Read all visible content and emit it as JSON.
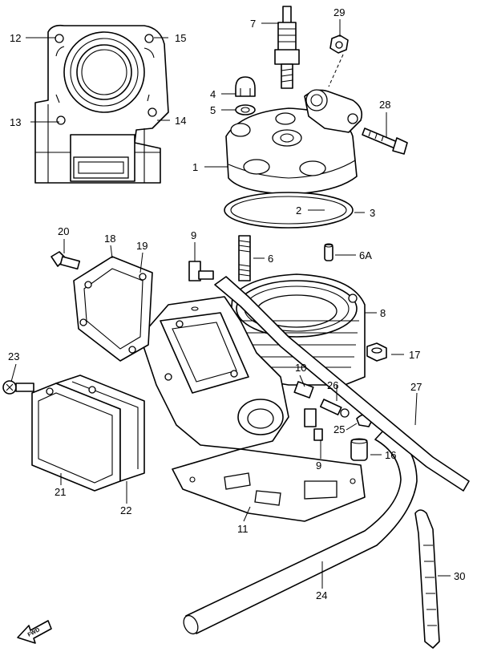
{
  "callouts": {
    "c1": "1",
    "c2": "2",
    "c3": "3",
    "c4": "4",
    "c5": "5",
    "c6": "6",
    "c6a": "6A",
    "c7": "7",
    "c8": "8",
    "c9a": "9",
    "c9b": "9",
    "c10": "10",
    "c11": "11",
    "c12": "12",
    "c13": "13",
    "c14": "14",
    "c15": "15",
    "c16": "16",
    "c17": "17",
    "c18": "18",
    "c19": "19",
    "c20": "20",
    "c21": "21",
    "c22": "22",
    "c23": "23",
    "c24": "24",
    "c25": "25",
    "c26": "26",
    "c27": "27",
    "c28": "28",
    "c29": "29",
    "c30": "30"
  },
  "fwd_label": "FWD",
  "colors": {
    "line": "#000000",
    "background": "#ffffff"
  }
}
